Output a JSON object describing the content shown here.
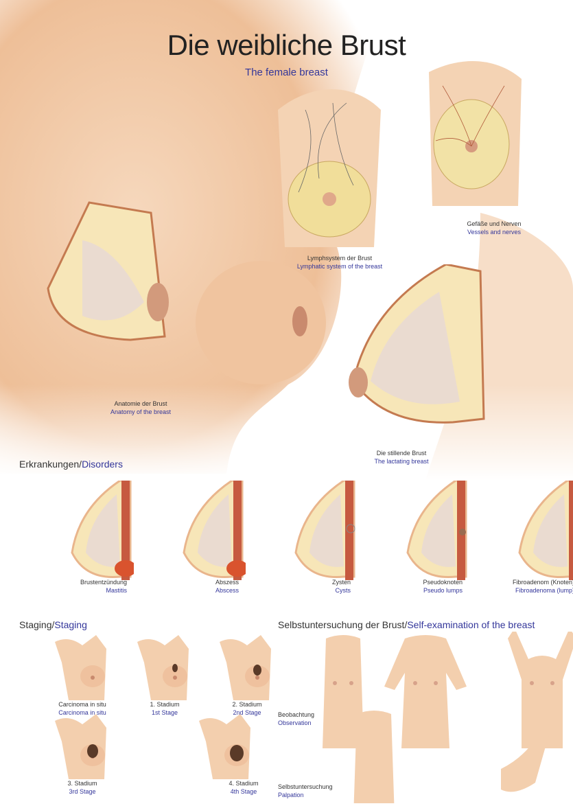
{
  "header": {
    "title": "Die weibliche Brust",
    "subtitle": "The female breast"
  },
  "figures": {
    "lymph": {
      "de": "Lymphsystem der Brust",
      "en": "Lymphatic system of the breast"
    },
    "vessels": {
      "de": "Gefäße und Nerven",
      "en": "Vessels and nerves"
    },
    "anatomy": {
      "de": "Anatomie der Brust",
      "en": "Anatomy of the breast"
    },
    "lactating": {
      "de": "Die stillende Brust",
      "en": "The lactating breast"
    }
  },
  "disorders": {
    "heading_de": "Erkrankungen/",
    "heading_en": "Disorders",
    "items": [
      {
        "de": "Brustentzündung",
        "en": "Mastitis"
      },
      {
        "de": "Abszess",
        "en": "Abscess"
      },
      {
        "de": "Zysten",
        "en": "Cysts"
      },
      {
        "de": "Pseudoknoten",
        "en": "Pseudo lumps"
      },
      {
        "de": "Fibroadenom (Knoten)",
        "en": "Fibroadenoma (lump)"
      }
    ]
  },
  "staging": {
    "heading_de": "Staging/",
    "heading_en": "Staging",
    "items": [
      {
        "de": "Carcinoma in situ",
        "en": "Carcinoma in situ"
      },
      {
        "de": "1. Stadium",
        "en": "1st Stage"
      },
      {
        "de": "2. Stadium",
        "en": "2nd Stage"
      },
      {
        "de": "3. Stadium",
        "en": "3rd Stage"
      },
      {
        "de": "4. Stadium",
        "en": "4th Stage"
      }
    ]
  },
  "self_exam": {
    "heading_de": "Selbstuntersuchung der Brust/",
    "heading_en": "Self-examination of the breast",
    "items": [
      {
        "de": "Beobachtung",
        "en": "Observation"
      },
      {
        "de": "Selbstuntersuchung",
        "en": "Palpation"
      }
    ]
  },
  "colors": {
    "skin": "#f3cfae",
    "accent": "#33369a",
    "tissue": "#f7e6b8"
  }
}
